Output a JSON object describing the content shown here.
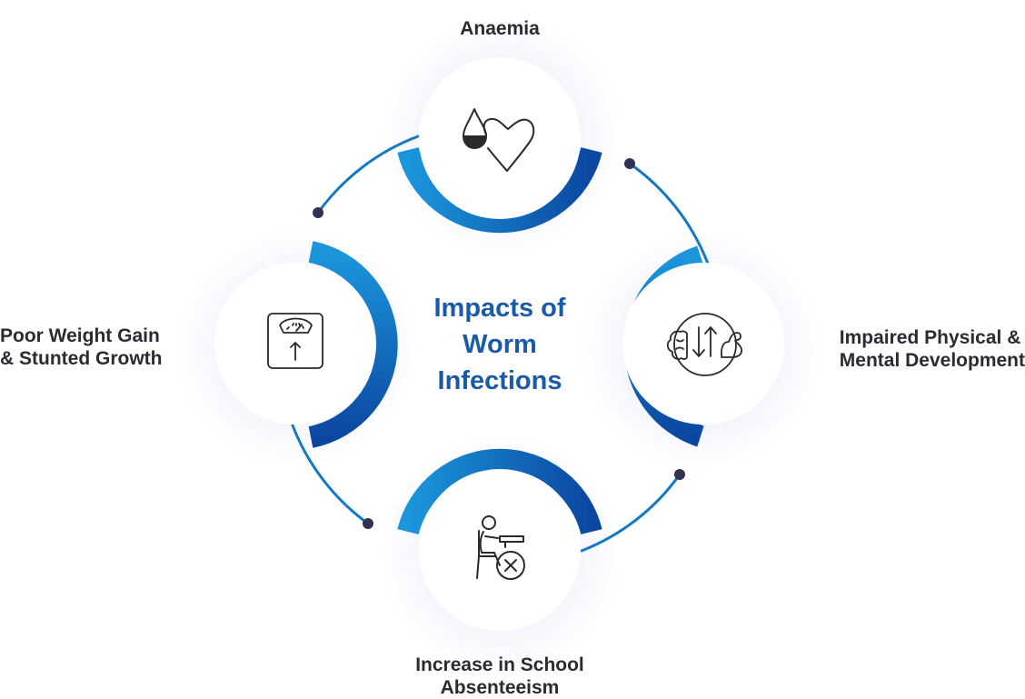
{
  "title_lines": [
    "Impacts of",
    "Worm",
    "Infections"
  ],
  "nodes": {
    "top": {
      "lines": [
        "Anaemia"
      ],
      "icon": "blood-drop-heart-icon"
    },
    "right": {
      "lines": [
        "Impaired Physical &",
        "Mental Development"
      ],
      "icon": "brain-arrows-muscle-icon"
    },
    "bottom": {
      "lines": [
        "Increase in School",
        "Absenteeism"
      ],
      "icon": "absent-student-desk-icon"
    },
    "left": {
      "lines": [
        "Poor Weight Gain",
        "& Stunted Growth"
      ],
      "icon": "weighing-scale-icon"
    }
  },
  "colors": {
    "title": "#1a5aa9",
    "label": "#2b2b31",
    "arc_light": "#1a8fd6",
    "arc_dark": "#0d4ea6",
    "connector": "#1378c3",
    "dot": "#2f3350",
    "icon_stroke": "#2a2a2a",
    "circle_fill": "#ffffff"
  }
}
